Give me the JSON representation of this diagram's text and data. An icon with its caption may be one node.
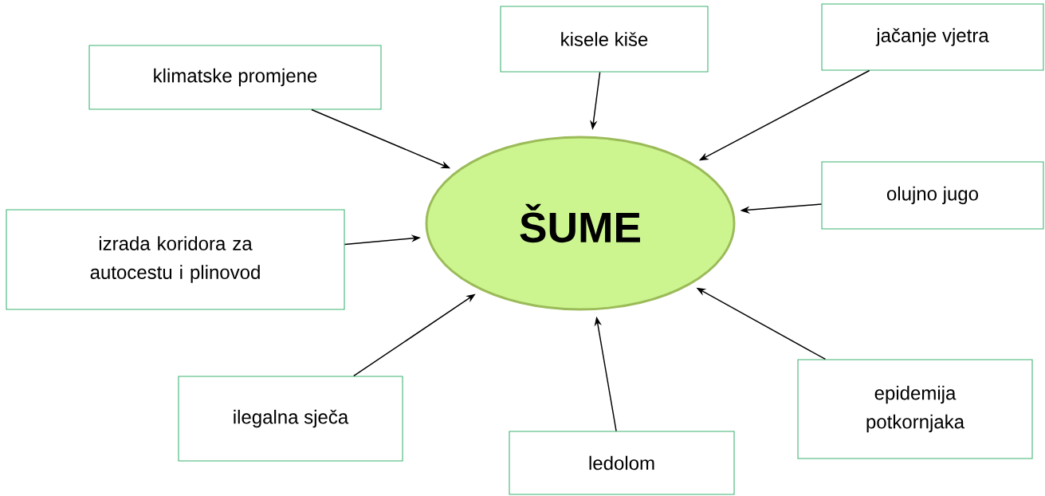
{
  "diagram": {
    "nodes": [
      {
        "text": [
          "ŠUME"
        ]
      },
      {
        "text": [
          "klimatske promjene"
        ]
      },
      {
        "text": [
          "kisele kiše"
        ]
      },
      {
        "text": [
          "jačanje vjetra"
        ]
      },
      {
        "text": [
          "olujno jugo"
        ]
      },
      {
        "text": [
          "izrada koridora za autocestu i plinovod"
        ]
      },
      {
        "text": [
          "epidemija potkornjaka"
        ]
      },
      {
        "text": [
          "ilegalna sječa"
        ]
      },
      {
        "text": [
          "ledolom"
        ]
      }
    ],
    "edges": [
      {
        "from": 1,
        "to": 0,
        "arrow": "to"
      },
      {
        "from": 2,
        "to": 0,
        "arrow": "to"
      },
      {
        "from": 3,
        "to": 0,
        "arrow": "to"
      },
      {
        "from": 4,
        "to": 0,
        "arrow": "to"
      },
      {
        "from": 5,
        "to": 0,
        "arrow": "to"
      },
      {
        "from": 6,
        "to": 0,
        "arrow": "to"
      },
      {
        "from": 7,
        "to": 0,
        "arrow": "to"
      },
      {
        "from": 8,
        "to": 0,
        "arrow": "to"
      }
    ]
  }
}
